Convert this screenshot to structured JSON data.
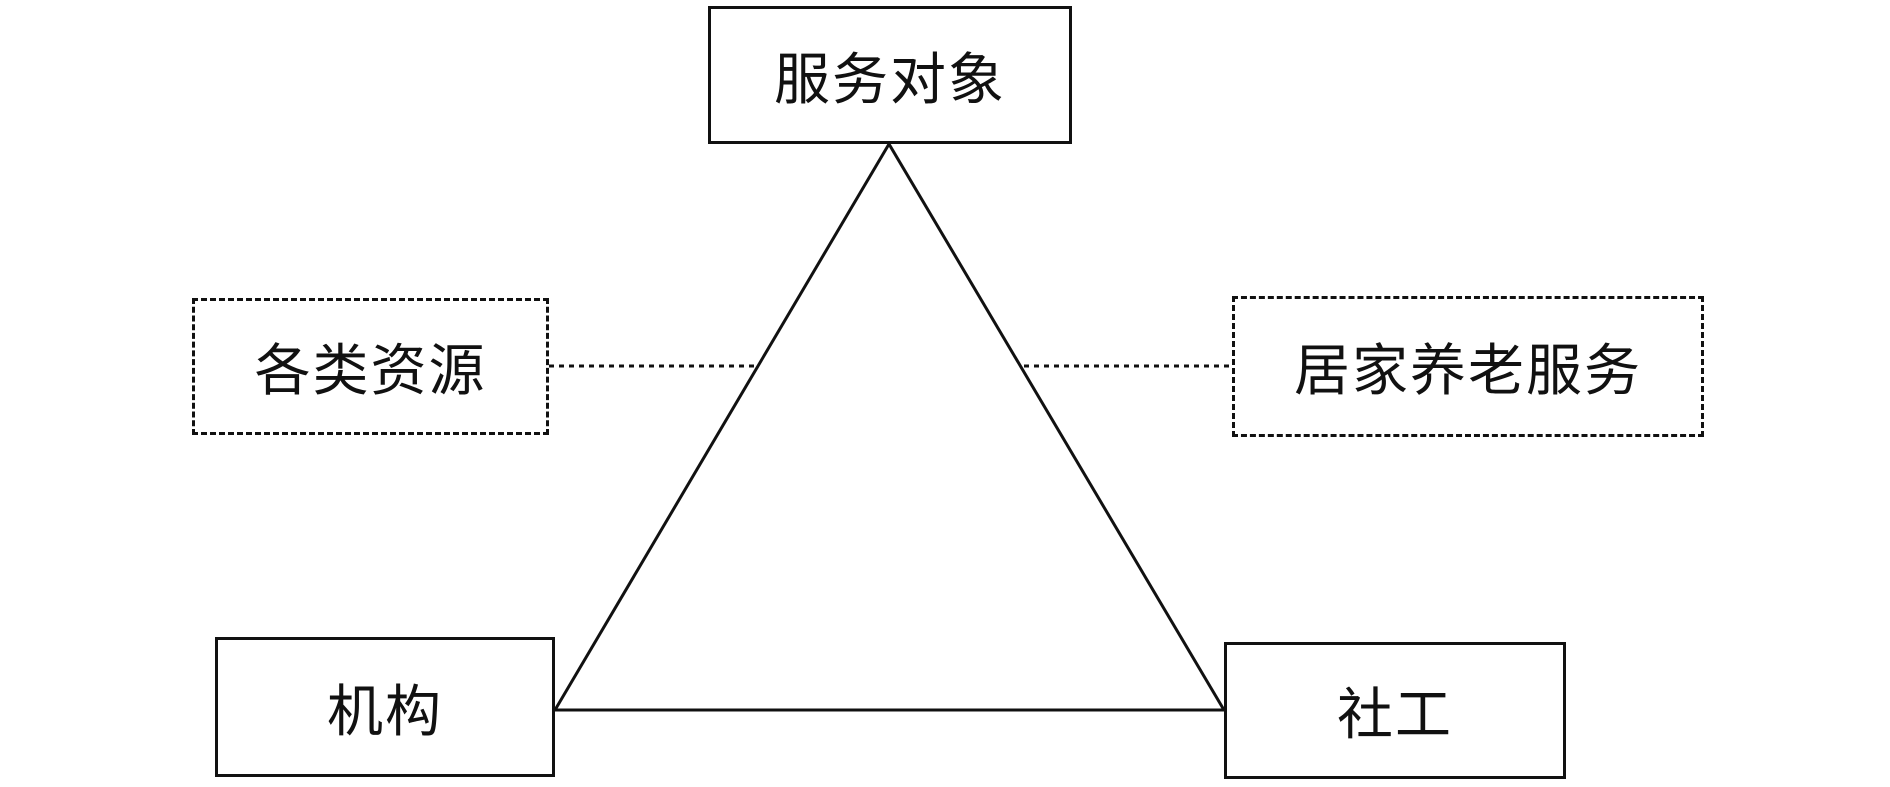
{
  "diagram": {
    "top": {
      "label": "服务对象"
    },
    "bottom_left": {
      "label": "机构"
    },
    "bottom_right": {
      "label": "社工"
    },
    "left_dashed": {
      "label": "各类资源"
    },
    "right_dashed": {
      "label": "居家养老服务"
    }
  },
  "colors": {
    "line": "#111111",
    "background": "#ffffff"
  }
}
